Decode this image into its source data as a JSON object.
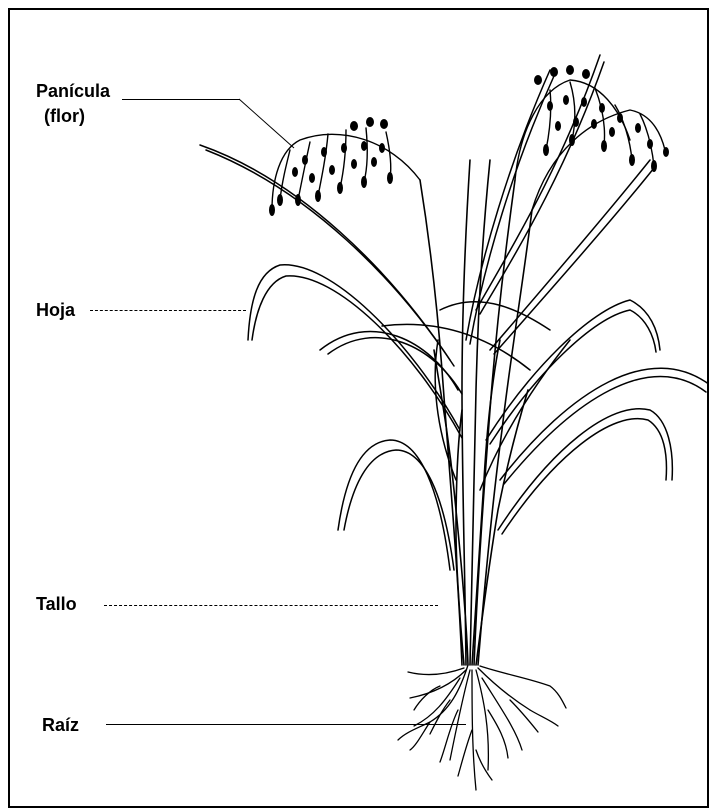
{
  "diagram": {
    "labels": {
      "panicle_line1": "Panícula",
      "panicle_line2": "(flor)",
      "leaf": "Hoja",
      "stem": "Tallo",
      "root": "Raíz"
    },
    "colors": {
      "ink": "#000000",
      "background": "#ffffff"
    }
  }
}
